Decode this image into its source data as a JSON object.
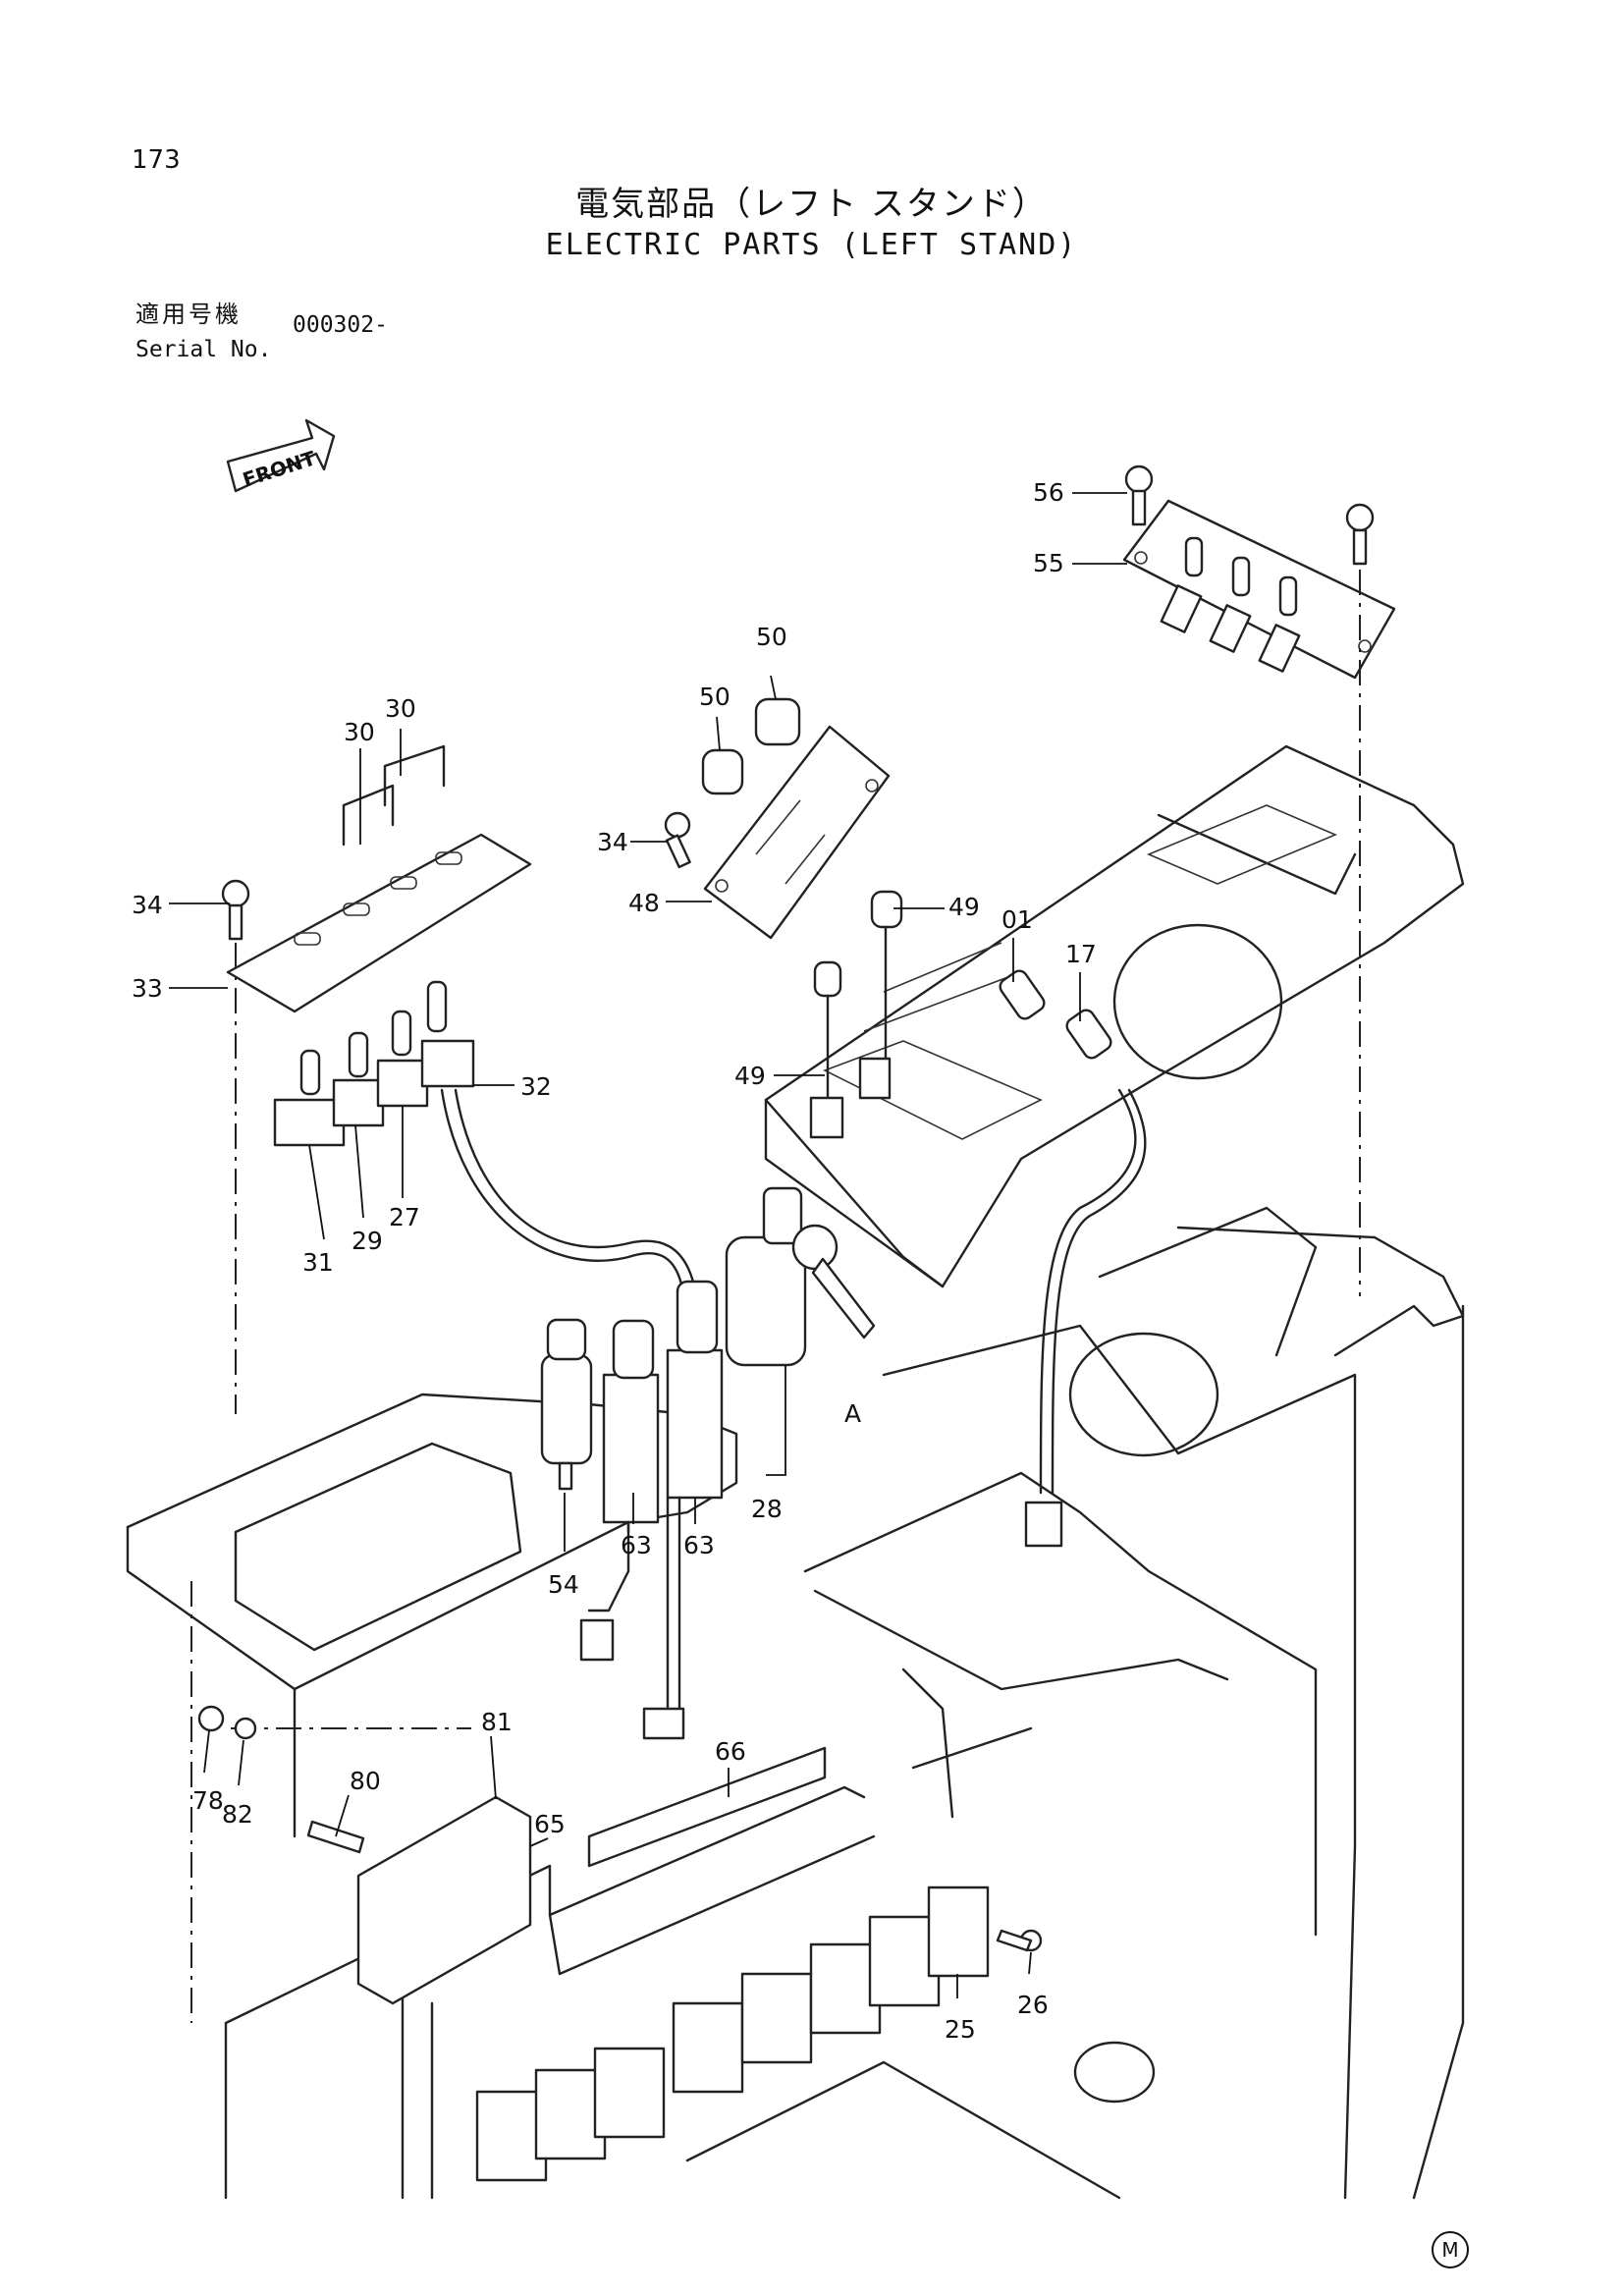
{
  "header": {
    "page_number": "173",
    "title_ja": "電気部品（レフト スタンド）",
    "title_en": "ELECTRIC PARTS (LEFT STAND)",
    "serial_label_ja": "適用号機",
    "serial_label_en": "Serial No.",
    "serial_value": "000302-"
  },
  "diagram": {
    "front_label": "FRONT",
    "key_label": "A",
    "callouts": {
      "c56": "56",
      "c55": "55",
      "c50a": "50",
      "c50b": "50",
      "c34a": "34",
      "c48": "48",
      "c49a": "49",
      "c01": "01",
      "c17": "17",
      "c30a": "30",
      "c30b": "30",
      "c34b": "34",
      "c33": "33",
      "c49b": "49",
      "c32": "32",
      "c31": "31",
      "c29": "29",
      "c27": "27",
      "c28": "28",
      "c63a": "63",
      "c63b": "63",
      "c54": "54",
      "c80": "80",
      "c81": "81",
      "c78": "78",
      "c82": "82",
      "c66": "66",
      "c65": "65",
      "c26": "26",
      "c25": "25"
    }
  },
  "footer": {
    "mark": "M"
  }
}
